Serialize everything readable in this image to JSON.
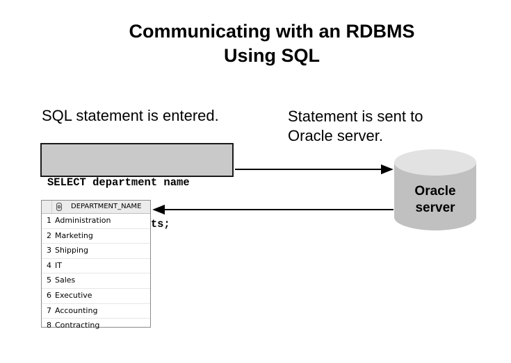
{
  "title": {
    "line1": "Communicating with an RDBMS",
    "line2": "Using SQL"
  },
  "client": {
    "label": "SQL statement is entered.",
    "sql_lines": [
      "SELECT department name",
      "FROM   departments;"
    ]
  },
  "server": {
    "label_line1": "Statement is sent to",
    "label_line2": "Oracle server.",
    "cylinder_line1": "Oracle",
    "cylinder_line2": "server"
  },
  "result_grid": {
    "column_header": "DEPARTMENT_NAME",
    "key_icon": "key-icon",
    "rows": [
      {
        "num": "1",
        "value": "Administration"
      },
      {
        "num": "2",
        "value": "Marketing"
      },
      {
        "num": "3",
        "value": "Shipping"
      },
      {
        "num": "4",
        "value": "IT"
      },
      {
        "num": "5",
        "value": "Sales"
      },
      {
        "num": "6",
        "value": "Executive"
      },
      {
        "num": "7",
        "value": "Accounting"
      },
      {
        "num": "8",
        "value": "Contracting"
      }
    ]
  },
  "colors": {
    "sql_box_fill": "#c9c9c9",
    "cylinder_fill": "#c0c0c0",
    "cylinder_top": "#e2e2e2",
    "arrow": "#000000"
  }
}
